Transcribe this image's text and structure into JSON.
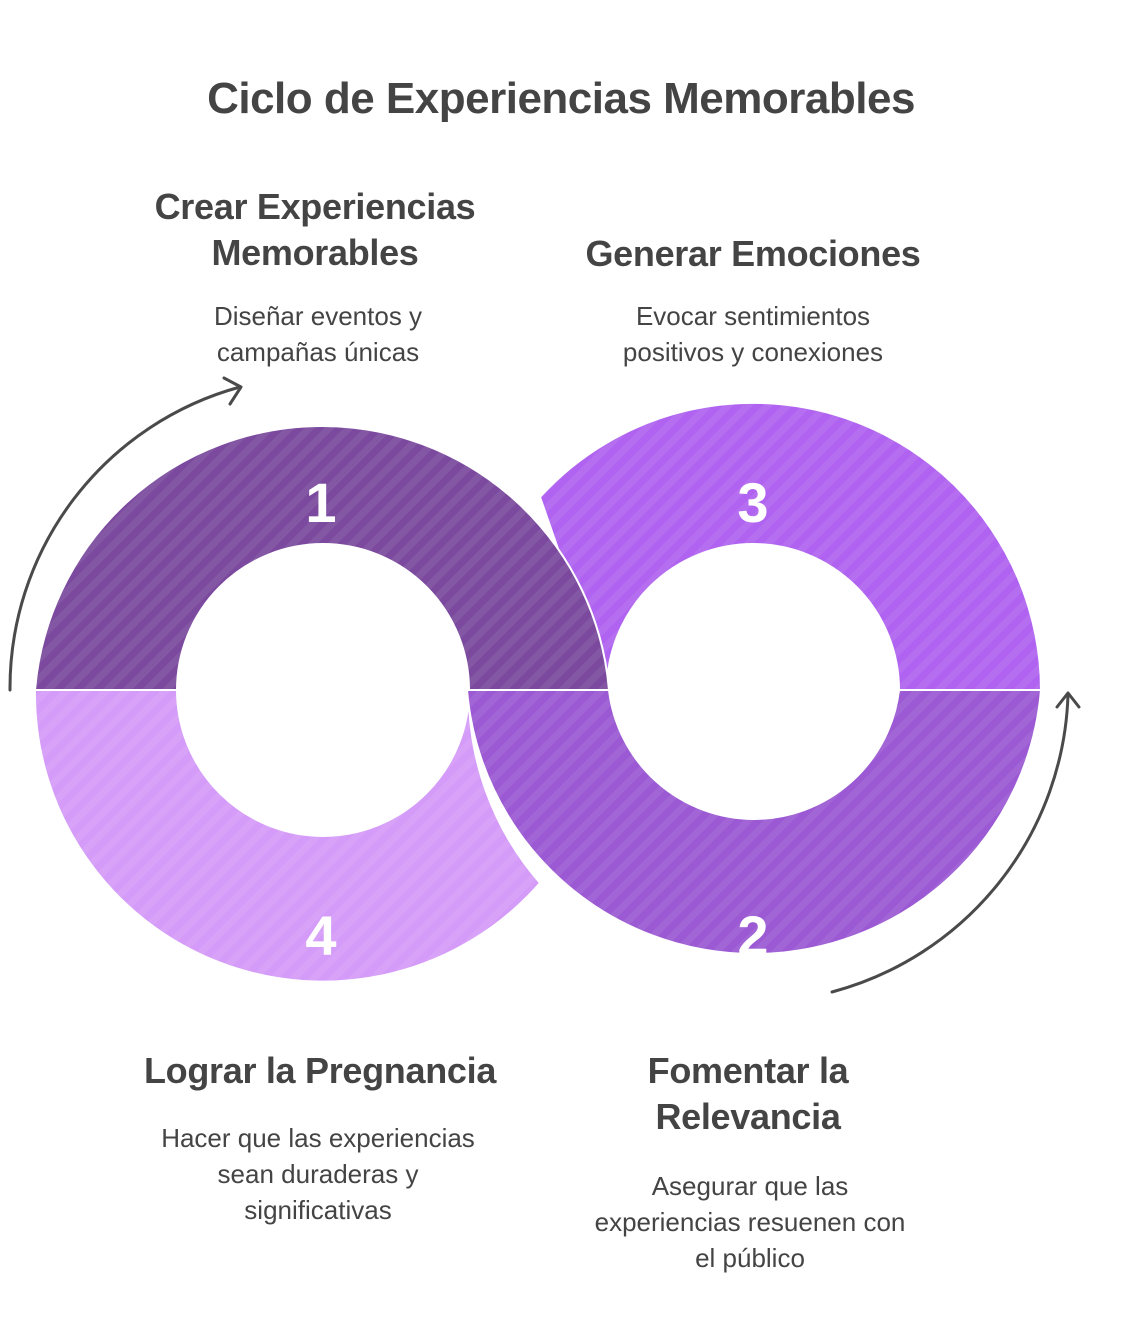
{
  "title": "Ciclo de Experiencias Memorables",
  "steps": [
    {
      "number": "1",
      "title_lines": [
        "Crear Experiencias",
        "Memorables"
      ],
      "description_lines": [
        "Diseñar eventos y",
        "campañas únicas"
      ],
      "color": "#7B4A9E"
    },
    {
      "number": "2",
      "title_lines": [
        "Fomentar la",
        "Relevancia"
      ],
      "description_lines": [
        "Asegurar que las",
        "experiencias resuenen con",
        "el público"
      ],
      "color": "#9B59D3"
    },
    {
      "number": "3",
      "title_lines": [
        "Generar Emociones"
      ],
      "description_lines": [
        "Evocar sentimientos",
        "positivos y conexiones"
      ],
      "color": "#B063F0"
    },
    {
      "number": "4",
      "title_lines": [
        "Lograr la Pregnancia"
      ],
      "description_lines": [
        "Hacer que las experiencias",
        "sean duraderas y",
        "significativas"
      ],
      "color": "#D49BF8"
    }
  ]
}
